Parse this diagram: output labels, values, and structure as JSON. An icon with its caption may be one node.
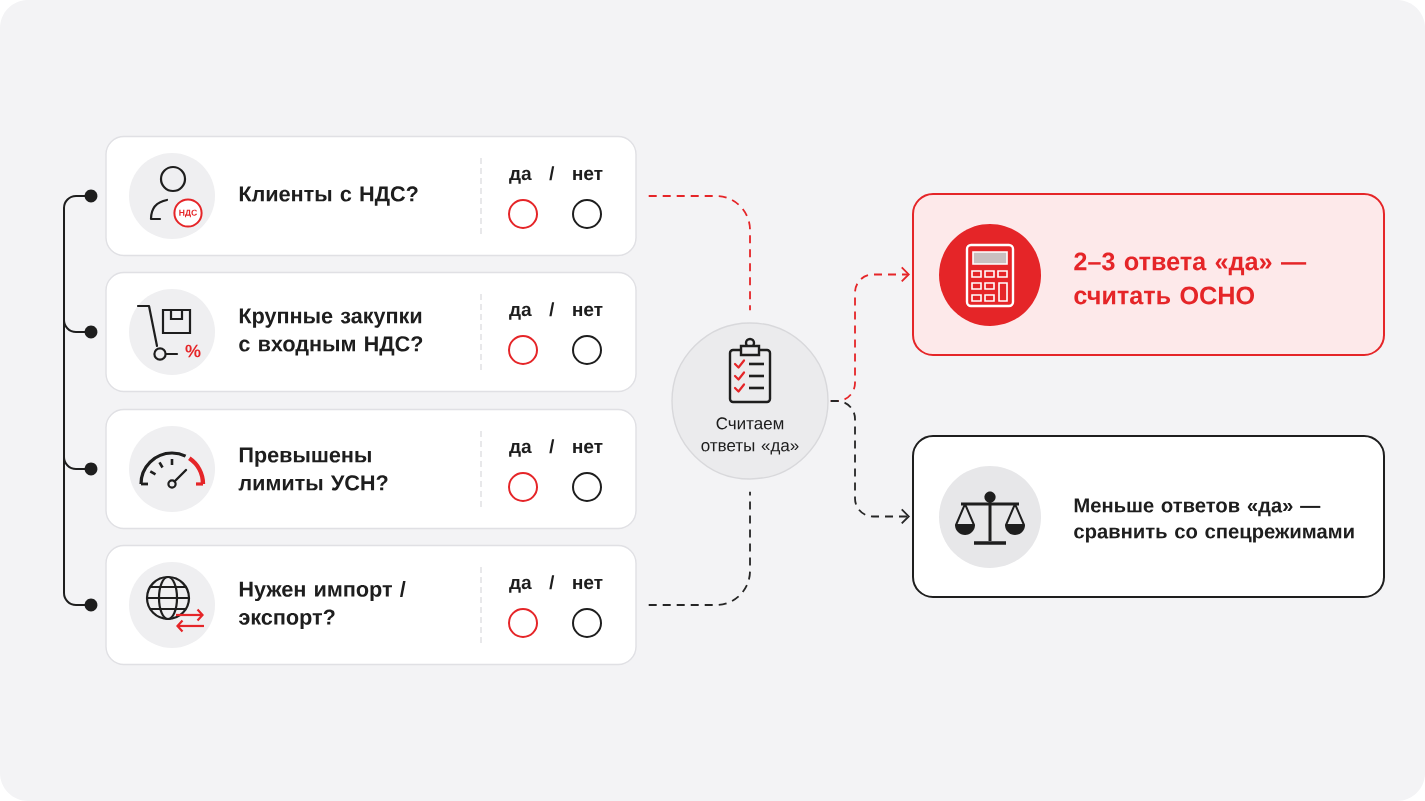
{
  "diagram": {
    "nodes": [
      {
        "text": [
          "Клиенты с НДС?",
          "да / нет"
        ]
      },
      {
        "text": [
          "Крупные закупки с входным НДС?",
          "да / нет"
        ]
      },
      {
        "text": [
          "Превышены лимиты УСН?",
          "да / нет"
        ]
      },
      {
        "text": [
          "Нужен импорт / экспорт?",
          "да / нет"
        ]
      },
      {
        "text": [
          "Считаем ответы «да»"
        ]
      },
      {
        "text": [
          "2–3 ответа «да» — считать ОСНО"
        ]
      },
      {
        "text": [
          "Меньше ответов «да» — сравнить со спецрежимами"
        ]
      }
    ],
    "edges": [
      {
        "from": 0,
        "to": 4,
        "arrow": "none",
        "style": "dashed",
        "color": "#e52528"
      },
      {
        "from": 3,
        "to": 4,
        "arrow": "none",
        "style": "dashed",
        "color": "#262626"
      },
      {
        "from": 4,
        "to": 5,
        "arrow": "to",
        "style": "dashed",
        "color": "#e52528"
      },
      {
        "from": 4,
        "to": 6,
        "arrow": "to",
        "style": "dashed",
        "color": "#262626"
      }
    ],
    "labels": [
      "НДС",
      "%"
    ]
  }
}
